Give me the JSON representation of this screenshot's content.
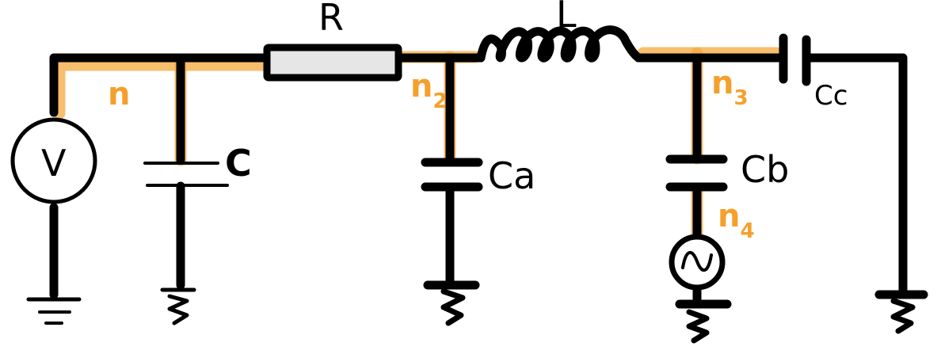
{
  "components": {
    "resistor": "R",
    "inductor": "L",
    "capacitor_c": "C",
    "capacitor_ca": "Ca",
    "capacitor_cb": "Cb",
    "capacitor_cc": "Cc",
    "voltage_source": "V"
  },
  "nodes": {
    "n1": "n",
    "n2_base": "n",
    "n2_sub": "2",
    "n3_base": "n",
    "n3_sub": "3",
    "n4_base": "n",
    "n4_sub": "4"
  },
  "colors": {
    "wire": "#000000",
    "highlight": "#f5ac45",
    "node_label": "#f5a02c",
    "resistor_fill": "#e6e6e6"
  },
  "icons": {
    "dc_source": "circle-with-v",
    "ac_source": "circle-with-sine",
    "ground": "ground-symbol"
  }
}
